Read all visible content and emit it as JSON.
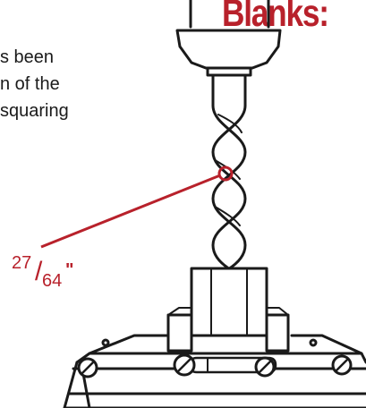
{
  "heading": "Blanks:",
  "text_lines": [
    "s been",
    "n of the",
    "squaring"
  ],
  "callout": {
    "numerator": "27",
    "slash": "/",
    "denominator": "64",
    "unit": "\""
  },
  "colors": {
    "accent": "#b8212b",
    "ink": "#1a1a1a"
  }
}
